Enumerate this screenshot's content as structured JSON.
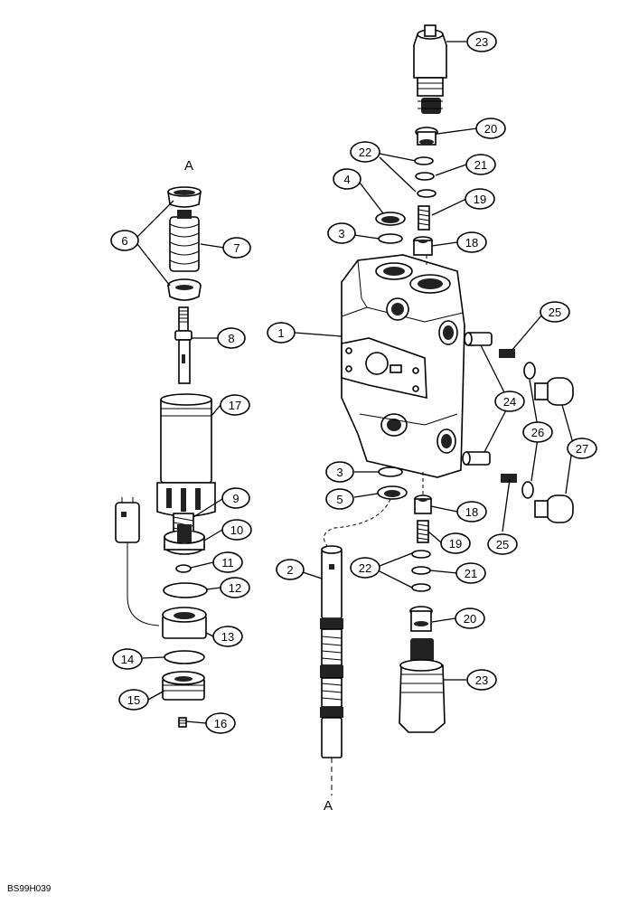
{
  "figure_code": "BS99H039",
  "section_marks": {
    "top": "A",
    "bottom": "A"
  },
  "callouts": {
    "c1": "1",
    "c2": "2",
    "c3a": "3",
    "c3b": "3",
    "c4": "4",
    "c5": "5",
    "c6": "6",
    "c7": "7",
    "c8": "8",
    "c9": "9",
    "c10": "10",
    "c11": "11",
    "c12": "12",
    "c13": "13",
    "c14": "14",
    "c15": "15",
    "c16": "16",
    "c17": "17",
    "c18a": "18",
    "c18b": "18",
    "c19a": "19",
    "c19b": "19",
    "c20a": "20",
    "c20b": "20",
    "c21a": "21",
    "c21b": "21",
    "c22a": "22",
    "c22b": "22",
    "c23a": "23",
    "c23b": "23",
    "c24": "24",
    "c25a": "25",
    "c25b": "25",
    "c26": "26",
    "c27": "27"
  }
}
